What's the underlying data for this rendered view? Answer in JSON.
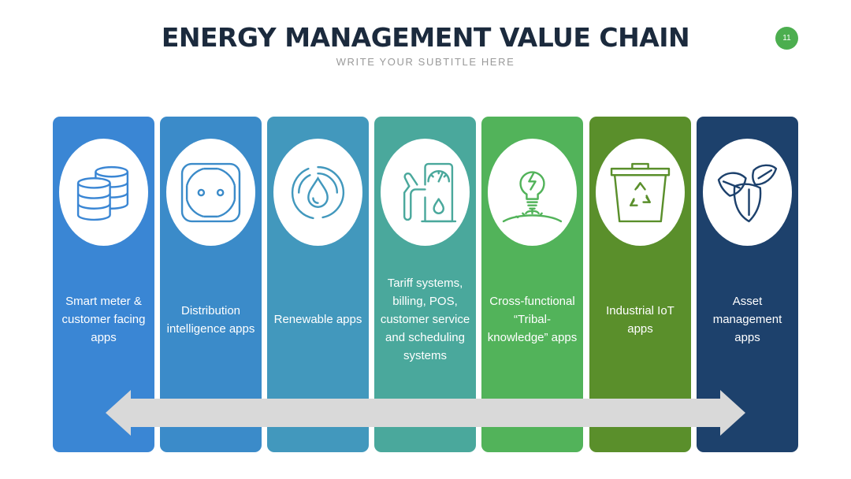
{
  "header": {
    "title": "ENERGY MANAGEMENT VALUE CHAIN",
    "subtitle": "WRITE YOUR SUBTITLE HERE",
    "page_number": "11"
  },
  "colors": {
    "title": "#1b2a3d",
    "subtitle": "#9a9a9a",
    "badge": "#4cae4f",
    "arrow": "#d9d9d9"
  },
  "columns": [
    {
      "label": "Smart meter & customer facing apps",
      "icon": "oil-barrels-icon",
      "color": "#3a86d4"
    },
    {
      "label": "Distribution intelligence apps",
      "icon": "power-socket-icon",
      "color": "#3b8bc9"
    },
    {
      "label": "Renewable apps",
      "icon": "water-drop-icon",
      "color": "#4298bd"
    },
    {
      "label": "Tariff systems, billing, POS, customer service and scheduling systems",
      "icon": "fuel-pump-icon",
      "color": "#4aa89c"
    },
    {
      "label": "Cross-functional “Tribal-knowledge” apps",
      "icon": "lightbulb-icon",
      "color": "#52b35a"
    },
    {
      "label": "Industrial IoT apps",
      "icon": "recycle-bin-icon",
      "color": "#5a8f2b"
    },
    {
      "label": "Asset management apps",
      "icon": "leaf-shield-icon",
      "color": "#1d416c"
    }
  ]
}
